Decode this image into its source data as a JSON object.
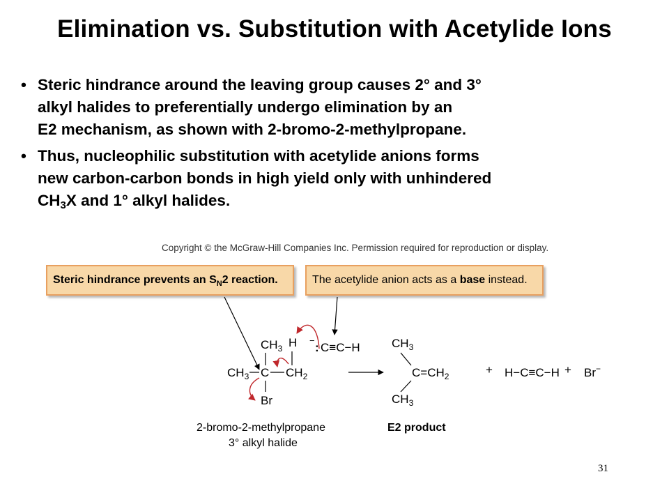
{
  "slide": {
    "title": "Elimination vs. Substitution with Acetylide Ions",
    "page_number": "31"
  },
  "bullets": [
    {
      "bullet_char": "•",
      "line1": "Steric hindrance around the leaving group causes 2° and 3°",
      "line2": "alkyl halides to preferentially undergo elimination by an",
      "line3": "E2 mechanism, as shown with 2-bromo-2-methylpropane."
    },
    {
      "bullet_char": "•",
      "line1": "Thus, nucleophilic substitution with acetylide anions forms",
      "line2": "new carbon-carbon bonds in high yield only with unhindered",
      "line3_pre": "CH",
      "line3_sub": "3",
      "line3_post": "X and 1° alkyl halides."
    }
  ],
  "figure": {
    "copyright": "Copyright © the McGraw-Hill Companies Inc. Permission required for reproduction or display.",
    "callout_left": {
      "pre": "Steric hindrance prevents an S",
      "sub": "N",
      "post": "2 reaction."
    },
    "callout_right": {
      "pre": "The acetylide anion acts as a ",
      "bold": "base",
      "post": " instead."
    },
    "reactant": {
      "top_methyl": "CH",
      "top_methyl_sub": "3",
      "hydrogen": "H",
      "left_methyl": "CH",
      "left_methyl_sub": "3",
      "central_carbon": "C",
      "right_group": "CH",
      "right_group_sub": "2",
      "bromine": "Br",
      "name": "2-bromo-2-methylpropane",
      "type": "3° alkyl halide"
    },
    "base": {
      "charge": "−",
      "lone_pair": ":",
      "formula": "C≡C−H"
    },
    "product": {
      "top_methyl": "CH",
      "top_methyl_sub": "3",
      "alkene": "C=CH",
      "alkene_sub": "2",
      "bottom_methyl": "CH",
      "bottom_methyl_sub": "3",
      "label": "E2 product"
    },
    "plus_1": "+",
    "byproduct_alkyne": "H−C≡C−H",
    "plus_2": "+",
    "bromide": "Br",
    "bromide_charge": "−",
    "colors": {
      "callout_fill": "#f8d8a8",
      "callout_border": "#e8a060",
      "curved_arrow": "#c0282c"
    }
  }
}
